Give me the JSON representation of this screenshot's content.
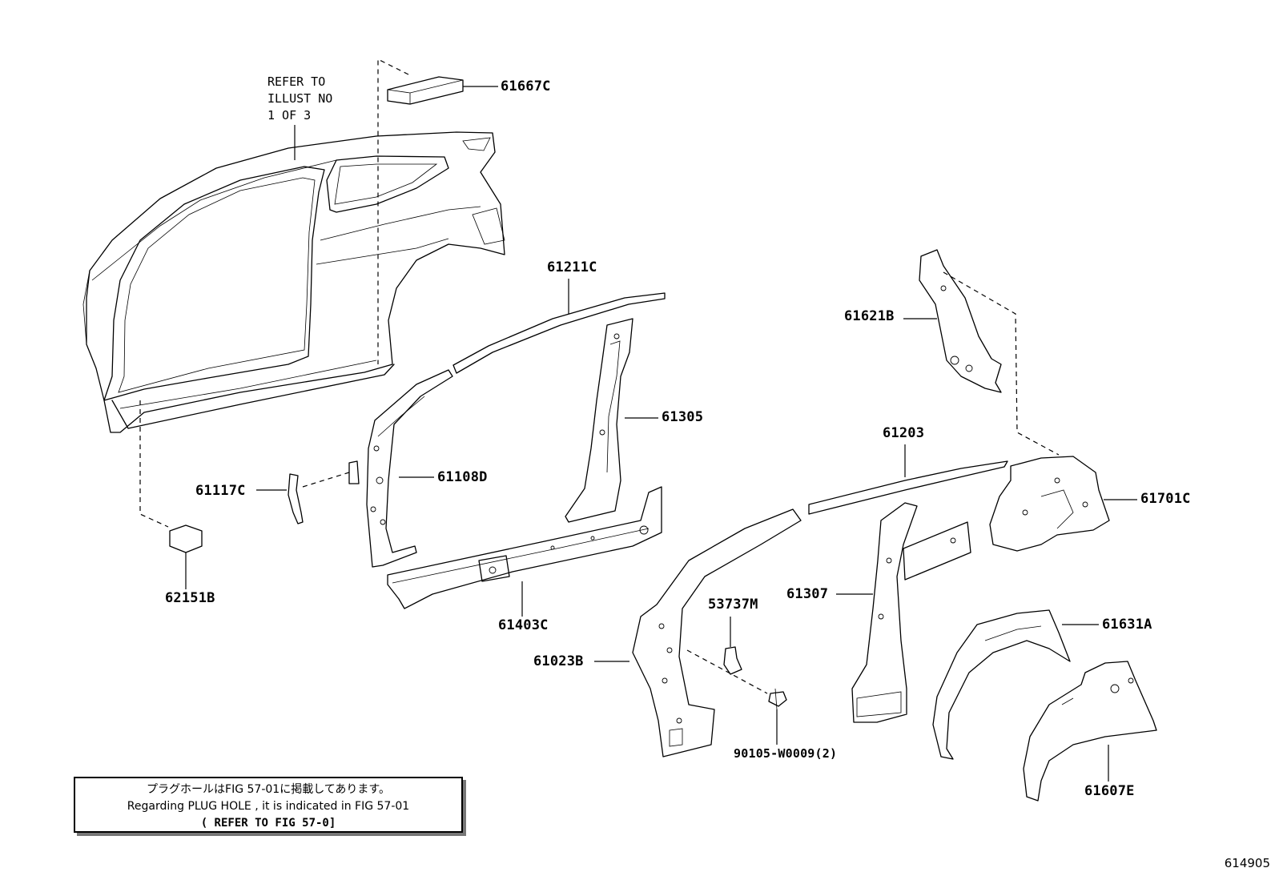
{
  "refer_note": {
    "line1": "REFER TO",
    "line2": "ILLUST NO",
    "line3": "1 OF 3"
  },
  "parts": {
    "p61667C": "61667C",
    "p61211C": "61211C",
    "p61305": "61305",
    "p61621B": "61621B",
    "p61203": "61203",
    "p61701C": "61701C",
    "p61117C": "61117C",
    "p61108D": "61108D",
    "p62151B": "62151B",
    "p61403C": "61403C",
    "p53737M": "53737M",
    "p61307": "61307",
    "p61631A": "61631A",
    "p61023B": "61023B",
    "p90105": "90105-W0009(2)",
    "p61607E": "61607E"
  },
  "plug_note": {
    "line1": "プラグホールはFIG 57-01に掲載してあります。",
    "line2": "Regarding PLUG HOLE , it is indicated in FIG 57-01",
    "line3": "( REFER TO FIG 57-0]"
  },
  "figure_number": "614905"
}
